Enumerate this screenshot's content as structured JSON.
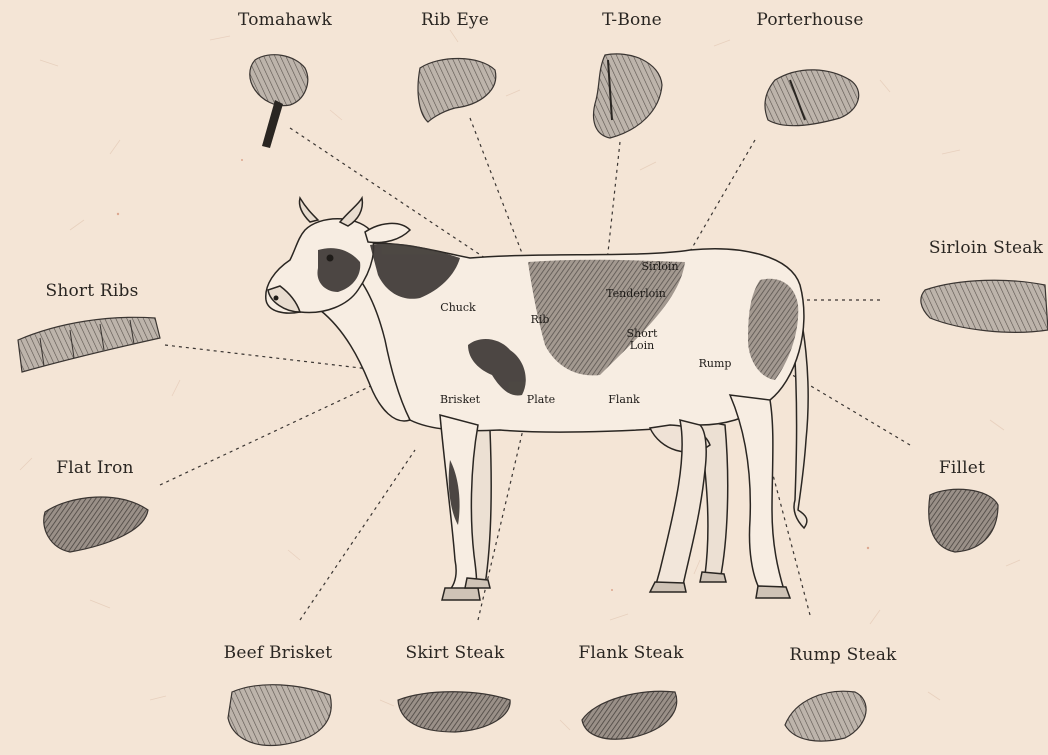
{
  "cuts": {
    "tomahawk": "Tomahawk",
    "rib_eye": "Rib Eye",
    "t_bone": "T-Bone",
    "porterhouse": "Porterhouse",
    "sirloin_steak": "Sirloin Steak",
    "short_ribs": "Short Ribs",
    "flat_iron": "Flat Iron",
    "fillet": "Fillet",
    "beef_brisket": "Beef Brisket",
    "skirt_steak": "Skirt Steak",
    "flank_steak": "Flank Steak",
    "rump_steak": "Rump Steak"
  },
  "regions": {
    "chuck": "Chuck",
    "rib": "Rib",
    "sirloin": "Sirloin",
    "tenderloin": "Tenderloin",
    "short_loin_1": "Short",
    "short_loin_2": "Loin",
    "rump": "Rump",
    "brisket": "Brisket",
    "plate": "Plate",
    "flank": "Flank"
  },
  "colors": {
    "paper": "#f4e5d6",
    "ink": "#2a2622",
    "cow_patch": "#3a3532",
    "meat_shading": "#7a7068"
  }
}
